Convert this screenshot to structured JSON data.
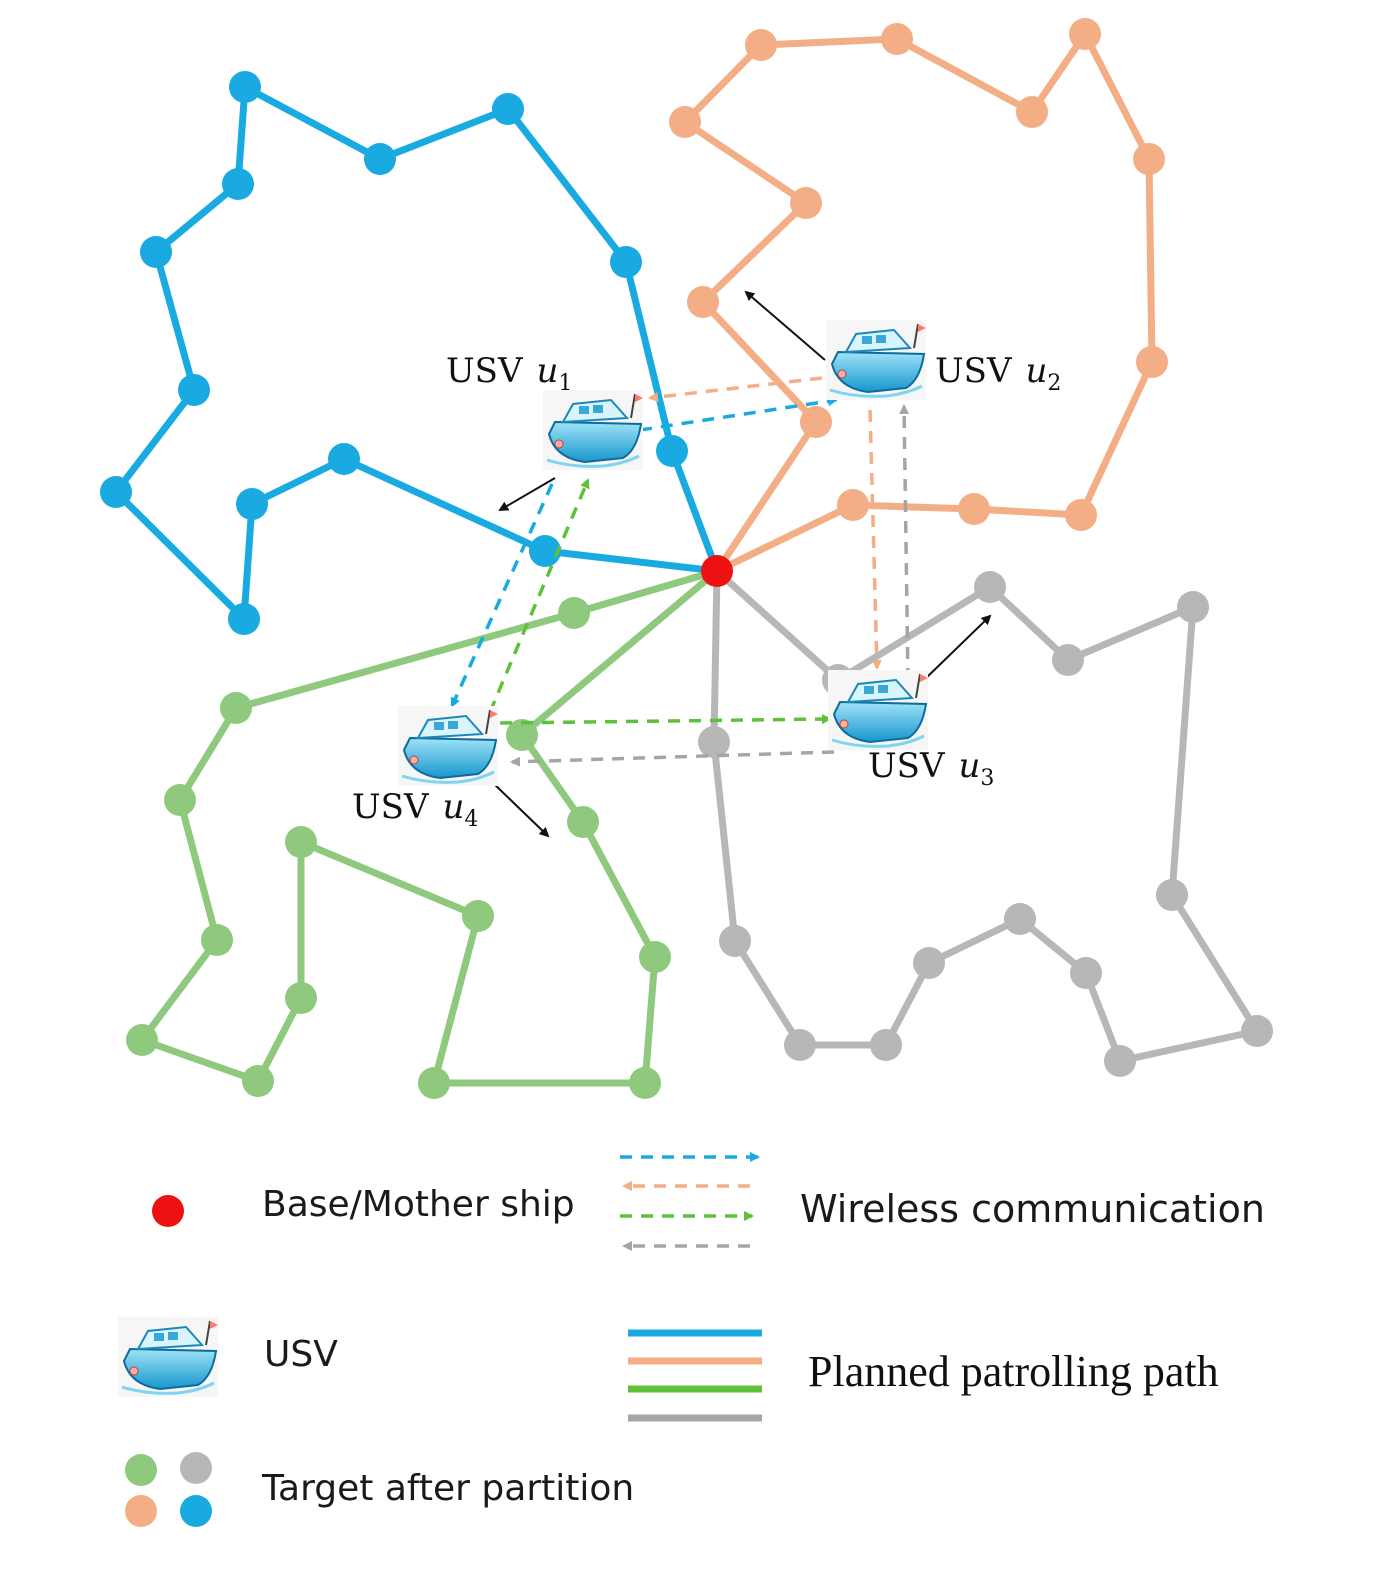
{
  "colors": {
    "blue": "#19aae2",
    "orange": "#f4ae85",
    "green": "#8fc97e",
    "green_dash": "#5ec13a",
    "gray": "#b7b7b7",
    "gray_dash": "#a5a5a5",
    "base": "#ee1111",
    "arrow": "#111111"
  },
  "usvs": [
    {
      "id": "u1",
      "prefix": "USV",
      "var": "u",
      "sub": "1"
    },
    {
      "id": "u2",
      "prefix": "USV",
      "var": "u",
      "sub": "2"
    },
    {
      "id": "u3",
      "prefix": "USV",
      "var": "u",
      "sub": "3"
    },
    {
      "id": "u4",
      "prefix": "USV",
      "var": "u",
      "sub": "4"
    }
  ],
  "legend": {
    "base": "Base/Mother ship",
    "wireless": "Wireless communication",
    "usv": "USV",
    "path": "Planned patrolling path",
    "target": "Target after partition"
  },
  "icons": {
    "usv": "usv-boat-icon",
    "base": "base-ship-dot-icon"
  }
}
